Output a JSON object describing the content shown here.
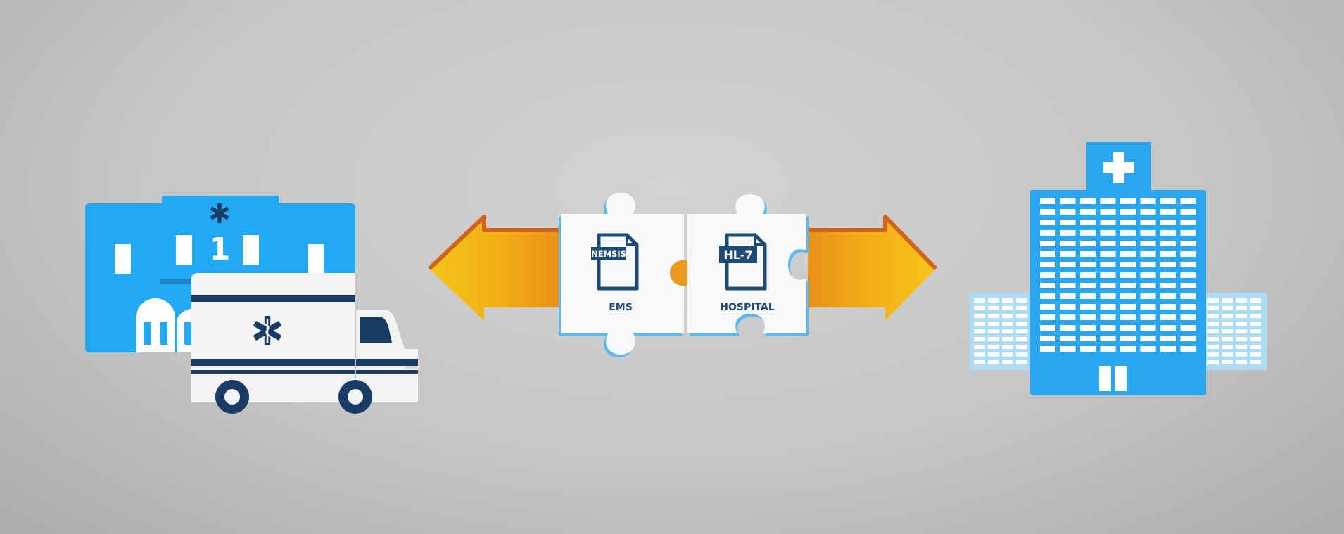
{
  "colors": {
    "station_blue": "#22a9f3",
    "ambulance_navy": "#1a3c64",
    "tower_blue": "#2aa6ee",
    "wing_blue": "#aedcf6",
    "arrow_yellow": "#f4c118",
    "arrow_orange": "#e8951a",
    "arrow_edge": "#d0641a",
    "puzzle_white": "#f7f8f9",
    "puzzle_edge": "#5cb9ee",
    "doc_navy": "#1e4a74"
  },
  "icons": {
    "station": "ems-station-icon",
    "ambulance": "ambulance-icon",
    "hospital": "hospital-building-icon",
    "star_of_life": "star-of-life-icon",
    "medical_cross": "medical-cross-icon",
    "document": "document-icon",
    "arrow": "bidirectional-arrow-icon"
  },
  "station": {
    "number": "1"
  },
  "puzzle": {
    "left": {
      "doc_tag": "NEMSIS",
      "label": "EMS"
    },
    "right": {
      "doc_tag": "HL-7",
      "label": "HOSPITAL"
    }
  }
}
